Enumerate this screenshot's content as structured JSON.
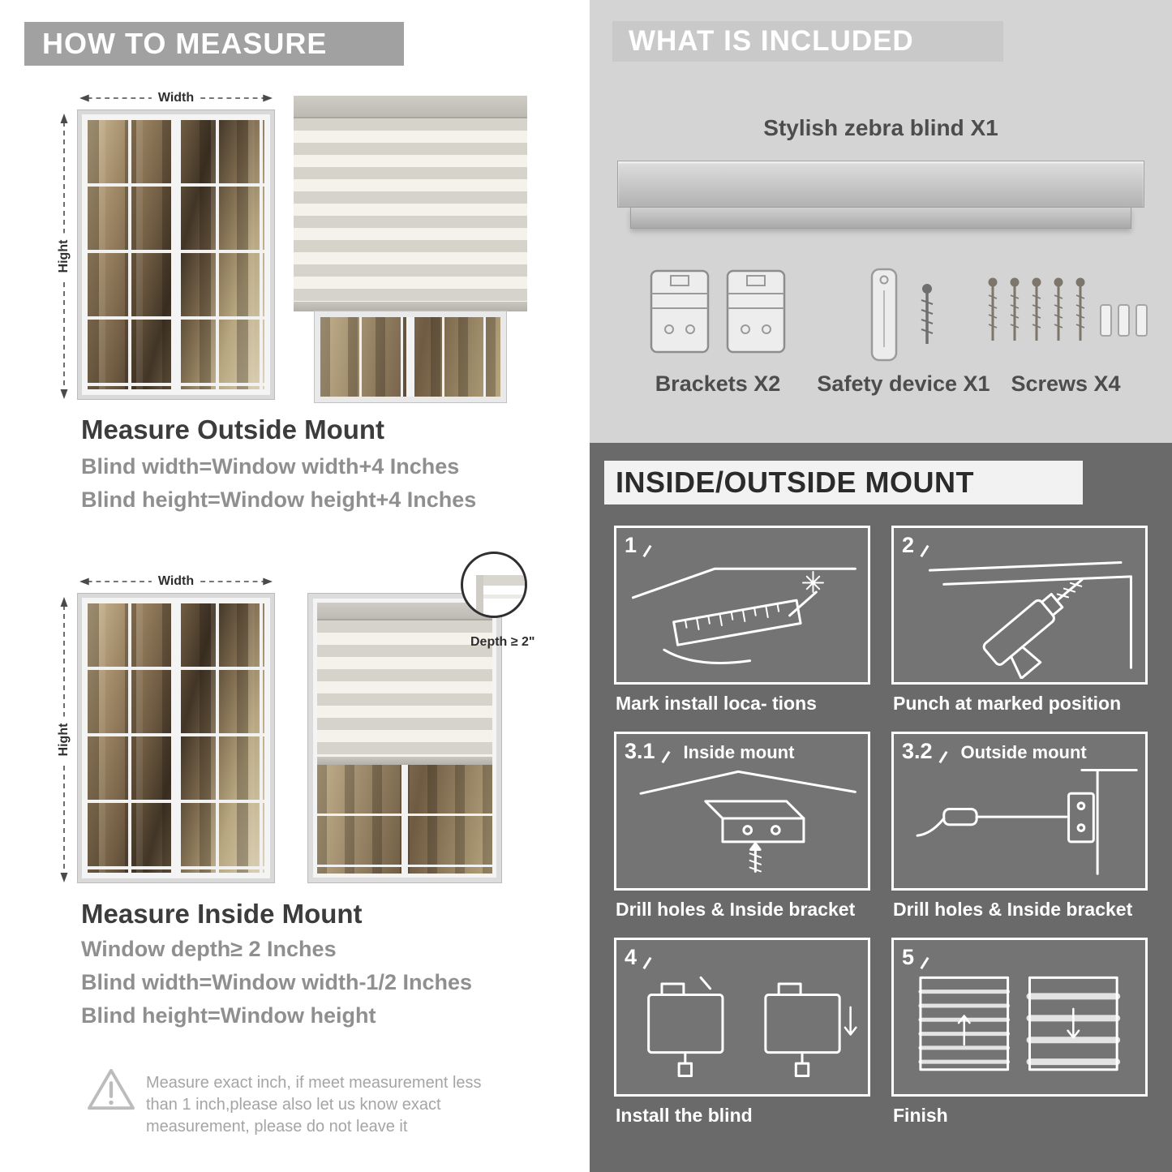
{
  "left": {
    "header": "HOW TO MEASURE",
    "labels": {
      "width": "Width",
      "height": "Hight"
    },
    "outside": {
      "title": "Measure Outside Mount",
      "line1": "Blind width=Window width+4 Inches",
      "line2": "Blind height=Window height+4 Inches"
    },
    "inside": {
      "title": "Measure Inside Mount",
      "depth_label": "Depth ≥ 2\"",
      "line1": "Window depth≥ 2 Inches",
      "line2": "Blind width=Window width-1/2 Inches",
      "line3": "Blind height=Window height"
    },
    "warning_text": "Measure exact inch, if meet measurement less than 1 inch,please also let us know exact measurement, please do not leave it"
  },
  "included": {
    "header": "WHAT IS INCLUDED",
    "blind_label": "Stylish zebra blind X1",
    "items": [
      {
        "label": "Brackets X2"
      },
      {
        "label": "Safety device X1"
      },
      {
        "label": "Screws X4"
      }
    ]
  },
  "mount": {
    "header": "INSIDE/OUTSIDE MOUNT",
    "steps": [
      {
        "num": "1",
        "caption": "Mark install loca- tions"
      },
      {
        "num": "2",
        "caption": "Punch at  marked position"
      },
      {
        "num": "3.1",
        "title": "Inside mount",
        "caption": "Drill holes &  Inside bracket"
      },
      {
        "num": "3.2",
        "title": "Outside mount",
        "caption": "Drill holes &  Inside bracket"
      },
      {
        "num": "4",
        "caption": "Install the blind"
      },
      {
        "num": "5",
        "caption": "Finish"
      }
    ]
  },
  "colors": {
    "banner_gray": "#a1a1a1",
    "included_bg": "#d4d4d4",
    "mount_bg": "#6a6a6a",
    "text_dark": "#3c3c3c",
    "text_gray": "#8f8f8f"
  }
}
